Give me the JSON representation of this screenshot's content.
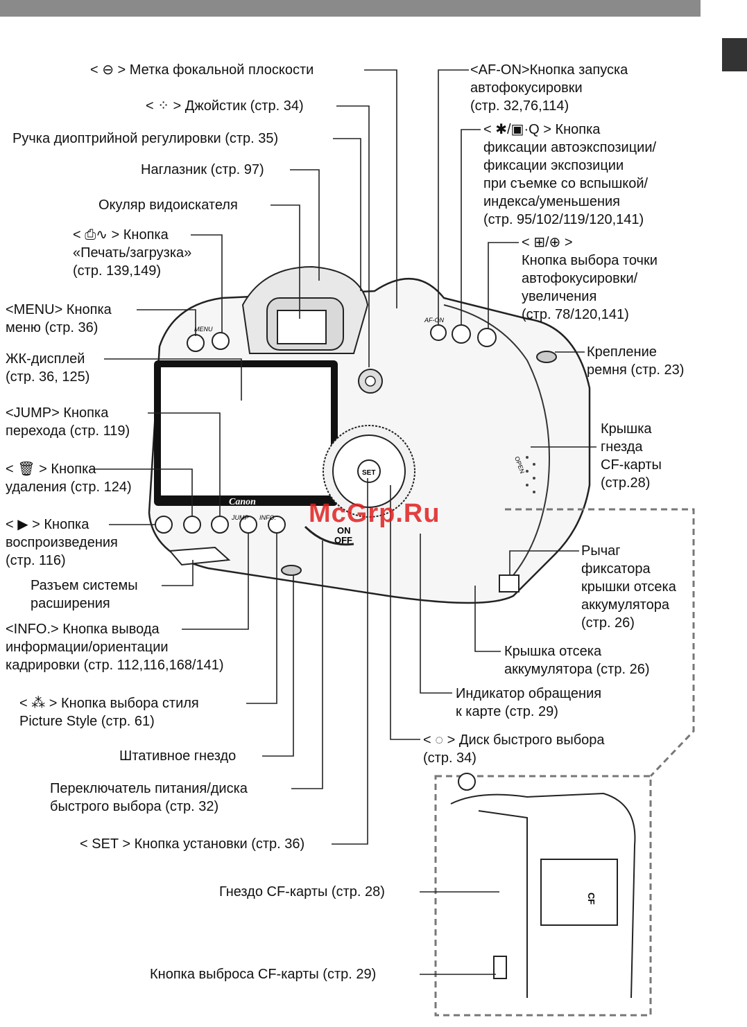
{
  "watermark": "McGrp.Ru",
  "labels": {
    "focal_plane": "< ⊖ > Метка фокальной плоскости",
    "joystick": "< ⁘ > Джойстик (стр. 34)",
    "diopter": "Ручка диоптрийной регулировки (стр. 35)",
    "eyecup": "Наглазник (стр. 97)",
    "eyepiece": "Окуляр видоискателя",
    "print_share": "< ⎙∿ > Кнопка\n«Печать/загрузка»\n(стр. 139,149)",
    "menu": "<MENU> Кнопка\nменю (стр. 36)",
    "lcd": "ЖК-дисплей\n(стр. 36, 125)",
    "jump": "<JUMP> Кнопка\nперехода (стр. 119)",
    "erase": "< 🗑 > Кнопка\nудаления (стр. 124)",
    "playback": "< ▶ > Кнопка\nвоспроизведения\n(стр. 116)",
    "ext_system": "Разъем системы\nрасширения",
    "info": "<INFO.> Кнопка вывода\nинформации/ориентации\nкадрировки (стр. 112,116,168/141)",
    "picture_style": "< ⁂ > Кнопка выбора стиля\nPicture Style (стр. 61)",
    "tripod": "Штативное гнездо",
    "power_switch": "Переключатель питания/диска\nбыстрого выбора (стр. 32)",
    "set": "< SET > Кнопка установки (стр. 36)",
    "cf_slot": "Гнездо CF-карты (стр. 28)",
    "cf_eject": "Кнопка выброса CF-карты (стр. 29)",
    "af_on": "<AF-ON>Кнопка запуска\nавтофокусировки\n(стр. 32,76,114)",
    "ae_lock": "< ✱/▣·Q > Кнопка\nфиксации автоэкспозиции/\nфиксации экспозиции\nпри съемке со вспышкой/\nиндекса/уменьшения\n(стр. 95/102/119/120,141)",
    "af_point": "< ⊞/⊕ >\nКнопка выбора точки\nавтофокусировки/\nувеличения\n(стр. 78/120,141)",
    "strap": "Крепление\nремня (стр. 23)",
    "cf_cover": "Крышка\nгнезда\nCF-карты\n(стр.28)",
    "battery_lever": "Рычаг\nфиксатора\nкрышки отсека\nаккумулятора\n(стр. 26)",
    "battery_cover": "Крышка отсека\nаккумулятора (стр. 26)",
    "access_lamp": "Индикатор обращения\nк карте (стр. 29)",
    "quick_dial": "< ◌ > Диск быстрого выбора\n(стр. 34)"
  },
  "camera_marks": {
    "brand": "Canon",
    "menu": "MENU",
    "jump": "JUMP",
    "info": "INFO.",
    "af_on": "AF-ON",
    "set": "SET",
    "on": "ON",
    "off": "OFF",
    "open": "OPEN",
    "cf": "CF"
  }
}
